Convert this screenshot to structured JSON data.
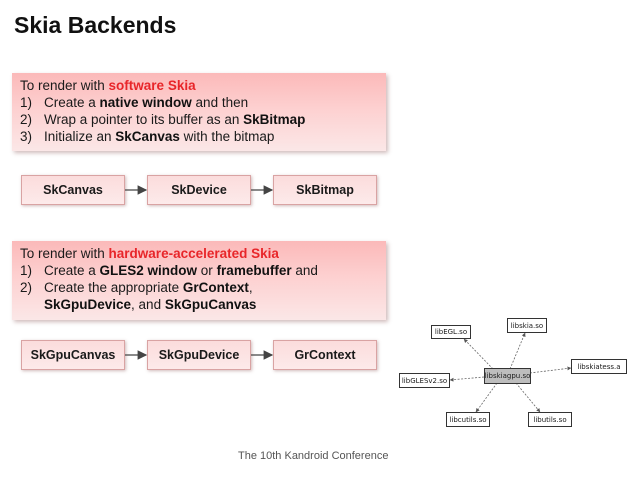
{
  "slide": {
    "title": "Skia Backends",
    "footer": "The 10th Kandroid Conference"
  },
  "software": {
    "intro_prefix": "To render with ",
    "intro_highlight": "software Skia",
    "steps": [
      {
        "num": "1)",
        "parts": [
          {
            "t": "Create a "
          },
          {
            "t": "native window",
            "b": true
          },
          {
            "t": " and then"
          }
        ]
      },
      {
        "num": "2)",
        "parts": [
          {
            "t": "Wrap a pointer to its buffer as an "
          },
          {
            "t": "SkBitmap",
            "b": true
          }
        ]
      },
      {
        "num": "3)",
        "parts": [
          {
            "t": "Initialize an "
          },
          {
            "t": "SkCanvas",
            "b": true
          },
          {
            "t": " with the bitmap"
          }
        ]
      }
    ],
    "flow": [
      "SkCanvas",
      "SkDevice",
      "SkBitmap"
    ]
  },
  "hardware": {
    "intro_prefix": "To render with ",
    "intro_highlight": "hardware-accelerated Skia",
    "steps": [
      {
        "num": "1)",
        "parts": [
          {
            "t": "Create a "
          },
          {
            "t": "GLES2 window",
            "b": true
          },
          {
            "t": " or "
          },
          {
            "t": "framebuffer",
            "b": true
          },
          {
            "t": " and"
          }
        ]
      },
      {
        "num": "2)",
        "parts": [
          {
            "t": "Create the appropriate "
          },
          {
            "t": "GrContext",
            "b": true
          },
          {
            "t": ","
          }
        ]
      },
      {
        "num": "",
        "parts": [
          {
            "t": "SkGpuDevice",
            "b": true
          },
          {
            "t": ", and "
          },
          {
            "t": "SkGpuCanvas",
            "b": true
          }
        ]
      }
    ],
    "flow": [
      "SkGpuCanvas",
      "SkGpuDevice",
      "GrContext"
    ]
  },
  "dependency": {
    "center": "libskiagpu.so",
    "nodes": [
      "libEGL.so",
      "libskia.so",
      "libskiatess.a",
      "libGLESv2.so",
      "libcutils.so",
      "libutils.so"
    ]
  }
}
